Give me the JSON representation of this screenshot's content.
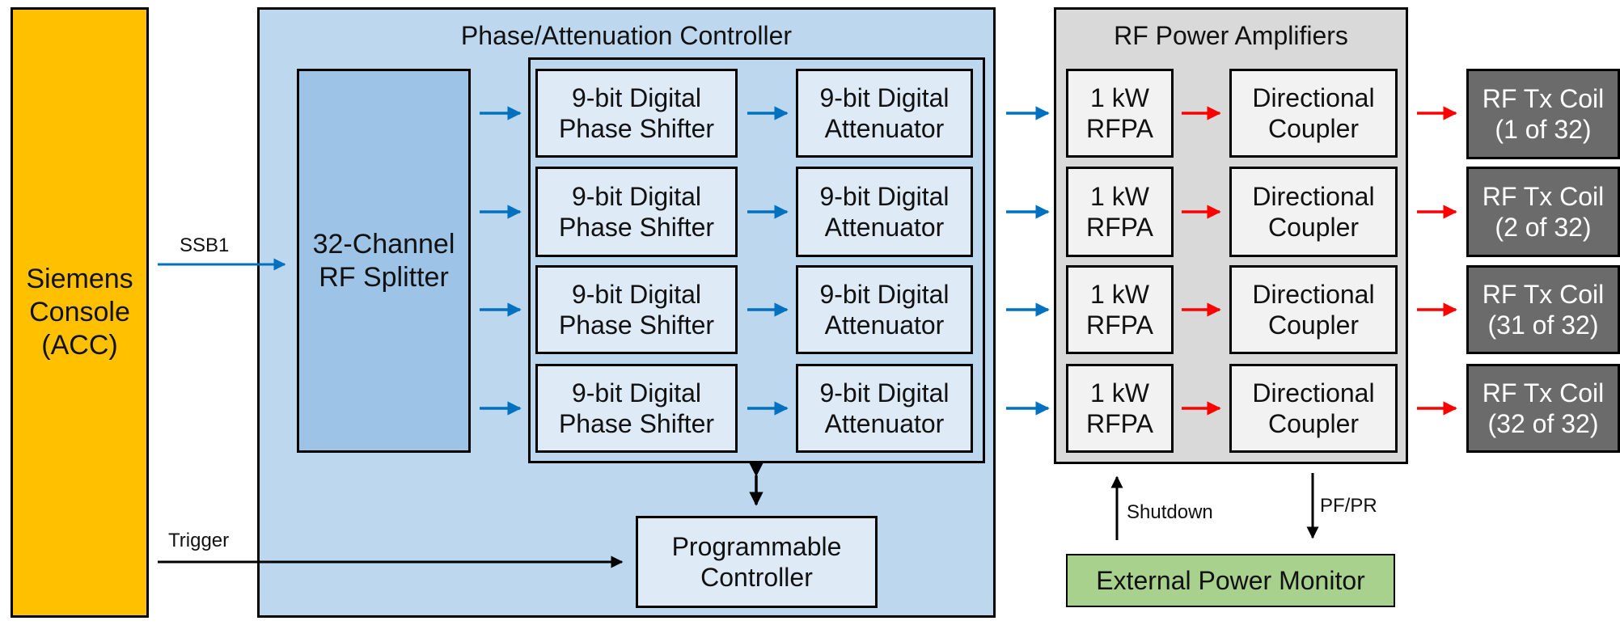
{
  "console": {
    "label": "Siemens\nConsole\n(ACC)"
  },
  "phase_panel": {
    "title": "Phase/Attenuation Controller"
  },
  "splitter": {
    "label": "32-Channel\nRF Splitter"
  },
  "phase_shifters": [
    "9-bit Digital\nPhase Shifter",
    "9-bit Digital\nPhase Shifter",
    "9-bit Digital\nPhase Shifter",
    "9-bit Digital\nPhase Shifter"
  ],
  "attenuators": [
    "9-bit Digital\nAttenuator",
    "9-bit Digital\nAttenuator",
    "9-bit Digital\nAttenuator",
    "9-bit Digital\nAttenuator"
  ],
  "controller": {
    "label": "Programmable\nController"
  },
  "amp_panel": {
    "title": "RF Power Amplifiers"
  },
  "rfpas": [
    "1 kW\nRFPA",
    "1 kW\nRFPA",
    "1 kW\nRFPA",
    "1 kW\nRFPA"
  ],
  "couplers": [
    "Directional\nCoupler",
    "Directional\nCoupler",
    "Directional\nCoupler",
    "Directional\nCoupler"
  ],
  "coils": [
    "RF Tx Coil\n(1 of 32)",
    "RF Tx Coil\n(2 of 32)",
    "RF Tx Coil\n(31 of 32)",
    "RF Tx Coil\n(32 of 32)"
  ],
  "monitor": {
    "label": "External Power Monitor"
  },
  "signals": {
    "ssb1": "SSB1",
    "trigger": "Trigger",
    "shutdown": "Shutdown",
    "pfpr": "PF/PR"
  },
  "colors": {
    "console": "#FFC000",
    "panel": "#BDD7EE",
    "splitter": "#9DC3E6",
    "cell": "#DEEBF7",
    "amp_panel": "#D9D9D9",
    "amp_cell": "#F2F2F2",
    "coil": "#6B6B6B",
    "monitor": "#A9D18E",
    "blue_arrow": "#0070C0",
    "red_arrow": "#FF0000"
  }
}
